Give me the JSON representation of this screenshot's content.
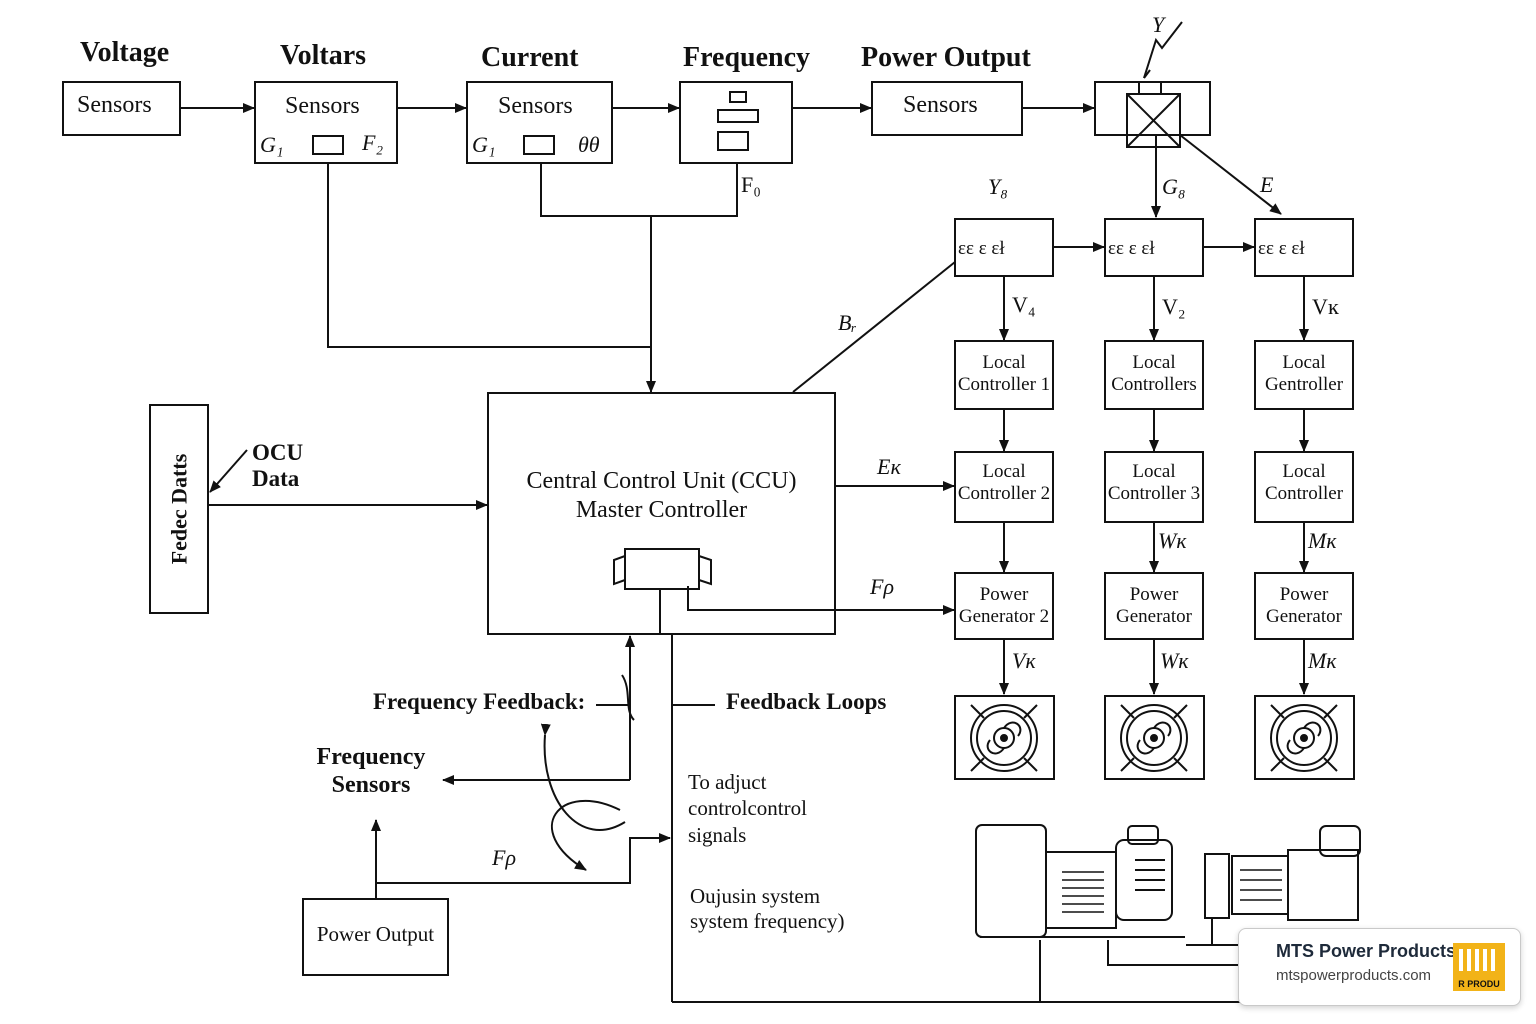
{
  "diagram": {
    "top_headers": {
      "voltage": "Voltage",
      "voltars": "Voltars",
      "current": "Current",
      "frequency": "Frequency",
      "power_output": "Power Output"
    },
    "top_boxes": {
      "sensors1": "Sensors",
      "sensors2": "Sensors",
      "sensors3": "Sensors",
      "sensors5": "Sensors"
    },
    "top_box_symbols": {
      "g1_a": "G₁",
      "f2": "F₂",
      "g1_b": "G₁",
      "theta": "θθ",
      "f0": "F₀"
    },
    "edge_labels": {
      "y_top": "Y",
      "yg": "Y₈",
      "gg": "G₈",
      "e": "E",
      "br": "Bᵣ",
      "ek": "Eᴋ",
      "fp_ccu": "Fρ",
      "fp_bottom": "Fρ",
      "v4": "V₄",
      "v2": "V₂",
      "vk1": "Vĸ",
      "wk1": "Wĸ",
      "mk1": "Mĸ",
      "vk2": "Vĸ",
      "wk2": "Wĸ",
      "mk2": "Mĸ"
    },
    "switch_glyphs": "εε ε εł",
    "local_controllers": {
      "row1": [
        "Local\nController 1",
        "Local\nControllers",
        "Local\nGentroller"
      ],
      "row2": [
        "Local\nController 2",
        "Local\nController 3",
        "Local\nController"
      ]
    },
    "power_generators": [
      "Power\nGenerator 2",
      "Power\nGenerator",
      "Power\nGenerator"
    ],
    "ccu": {
      "line1": "Central Control Unit (CCU)",
      "line2": "Master Controller"
    },
    "feedback_box": "Fedec Datts",
    "ocu_data": "OCU\nData",
    "frequency_feedback": "Frequency Feedback:",
    "feedback_loops": "Feedback Loops",
    "frequency_sensors": "Frequency\nSensors",
    "power_output_box": "Power Output",
    "adjust_text": "To adjuct\ncontrolcontrol\nsignals",
    "system_text": "Oujusin system\nsystem frequency)"
  },
  "badge": {
    "name": "MTS Power Products",
    "url": "mtspowerproducts.com",
    "logo_text": "R PRODU"
  },
  "colors": {
    "ink": "#111111",
    "background": "#ffffff",
    "badge_accent": "#f2b318"
  }
}
